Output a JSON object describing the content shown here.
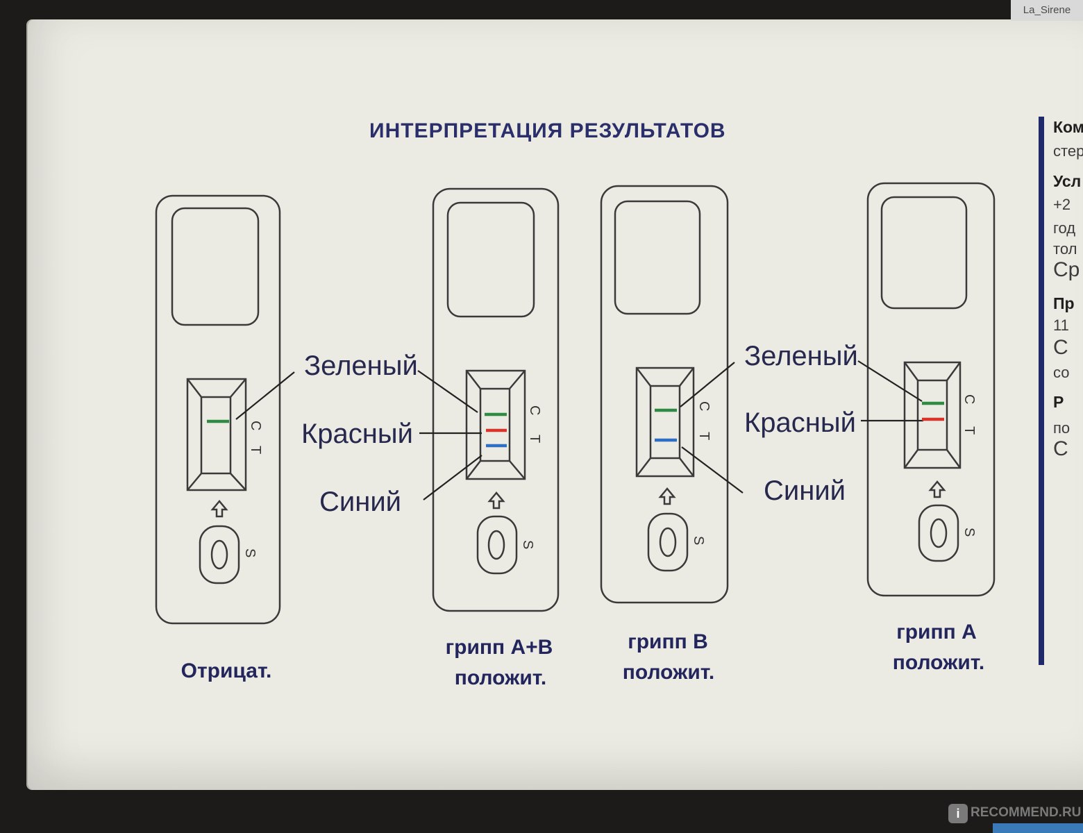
{
  "watermark": "La_Sirene",
  "title": "ИНТЕРПРЕТАЦИЯ РЕЗУЛЬТАТОВ",
  "labels": {
    "green": "Зеленый",
    "red": "Красный",
    "blue": "Синий",
    "c": "C",
    "t": "T",
    "s": "S"
  },
  "results": [
    {
      "caption_line1": "Отрицат.",
      "caption_line2": "",
      "lines": [
        "green"
      ]
    },
    {
      "caption_line1": "грипп А+В",
      "caption_line2": "положит.",
      "lines": [
        "green",
        "red",
        "blue"
      ]
    },
    {
      "caption_line1": "грипп В",
      "caption_line2": "положит.",
      "lines": [
        "green",
        "blue"
      ]
    },
    {
      "caption_line1": "грипп А",
      "caption_line2": "положит.",
      "lines": [
        "green",
        "red"
      ]
    }
  ],
  "colors": {
    "green": "#2e8b43",
    "red": "#d9342b",
    "blue": "#2d6fc4",
    "ink": "#2a2f6b"
  },
  "right_column": [
    "Ком",
    "стер",
    "Усл",
    "+2",
    "год",
    "тол",
    "Ср",
    "Пр",
    "11",
    "С",
    "со",
    "Р",
    "по",
    "С"
  ],
  "logo": {
    "badge": "i",
    "text": "RECOMMEND.RU"
  }
}
